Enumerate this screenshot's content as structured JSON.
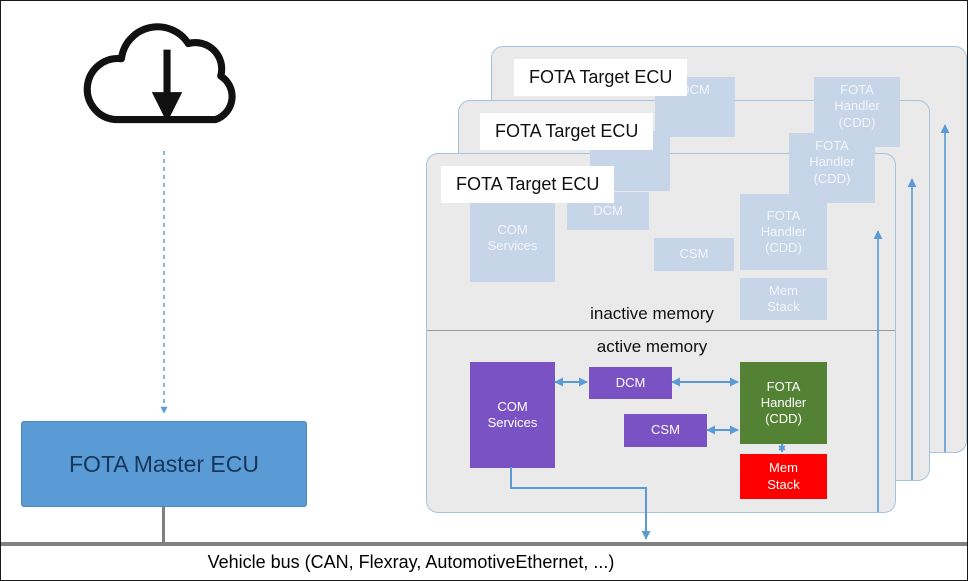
{
  "diagram": {
    "cloud_icon": "cloud-download",
    "master_ecu": {
      "label": "FOTA Master ECU"
    },
    "vehicle_bus": {
      "label": "Vehicle bus (CAN, Flexray, AutomotiveEthernet, ...)"
    },
    "target_ecu": {
      "title": "FOTA Target ECU",
      "sections": {
        "inactive": "inactive memory",
        "active": "active memory"
      },
      "modules": {
        "com": "COM Services",
        "dcm": "DCM",
        "csm": "CSM",
        "fota": "FOTA Handler (CDD)",
        "mem": "Mem Stack"
      }
    },
    "colors": {
      "master_blue": "#5b9bd5",
      "card_bg": "#eaeaea",
      "card_border": "#a6c3dd",
      "inactive_module": "#c6d5e8",
      "active_purple": "#7a52c4",
      "active_green": "#548235",
      "active_red": "#ff0000",
      "arrow_blue": "#5b9bd5",
      "bus_gray": "#7f7f7f"
    }
  }
}
